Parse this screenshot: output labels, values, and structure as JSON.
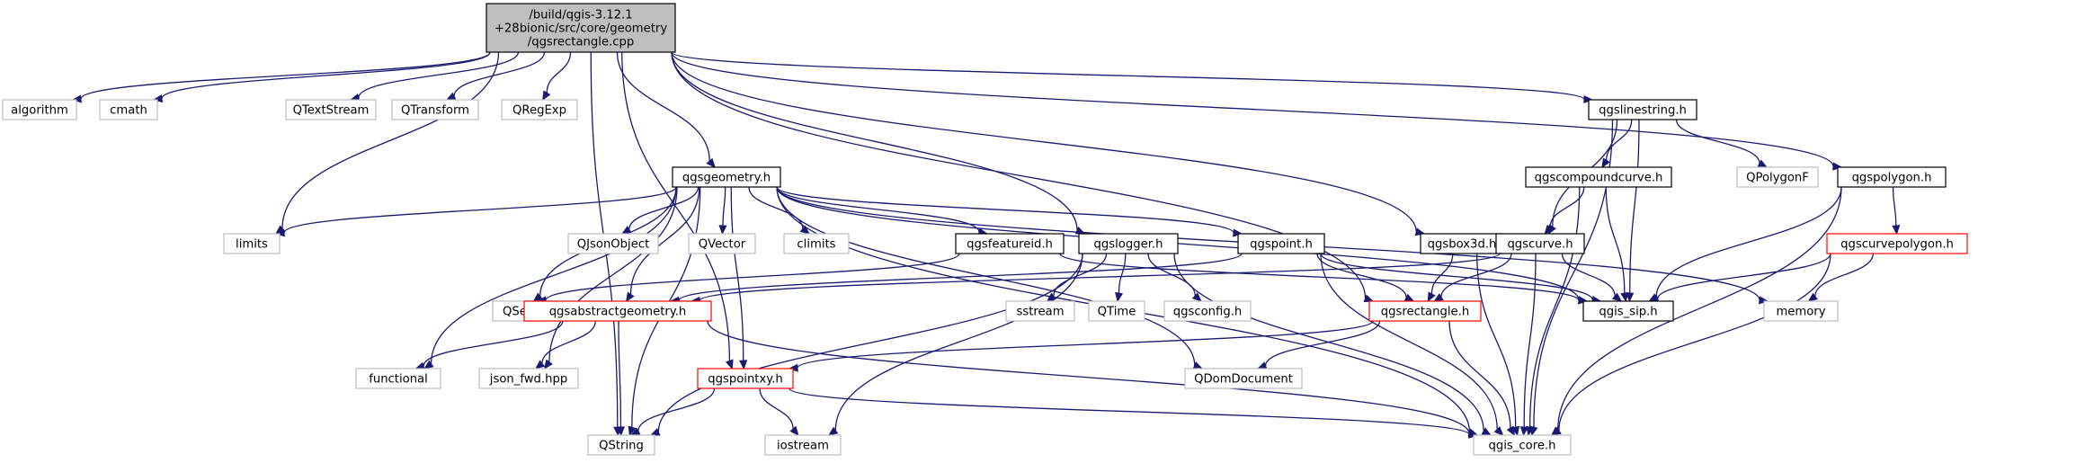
{
  "diagram": {
    "type": "include-dependency-graph",
    "colors": {
      "edge": "#191970",
      "root_fill": "#bfbfbf",
      "documented_border": "#000000",
      "undocumented_border": "#bfbfbf",
      "incomplete_border": "#ff0000"
    },
    "nodes": [
      {
        "id": "root",
        "lines": [
          "/build/qgis-3.12.1",
          "+28bionic/src/core/geometry",
          "/qgsrectangle.cpp"
        ],
        "kind": "root"
      },
      {
        "id": "algorithm",
        "lines": [
          "algorithm"
        ],
        "kind": "system"
      },
      {
        "id": "cmath",
        "lines": [
          "cmath"
        ],
        "kind": "system"
      },
      {
        "id": "QTextStream",
        "lines": [
          "QTextStream"
        ],
        "kind": "system"
      },
      {
        "id": "QTransform",
        "lines": [
          "QTransform"
        ],
        "kind": "system"
      },
      {
        "id": "QRegExp",
        "lines": [
          "QRegExp"
        ],
        "kind": "system"
      },
      {
        "id": "qgslinestring",
        "lines": [
          "qgslinestring.h"
        ],
        "kind": "documented"
      },
      {
        "id": "qgscompoundcurve",
        "lines": [
          "qgscompoundcurve.h"
        ],
        "kind": "documented"
      },
      {
        "id": "QPolygonF",
        "lines": [
          "QPolygonF"
        ],
        "kind": "system"
      },
      {
        "id": "qgspolygon",
        "lines": [
          "qgspolygon.h"
        ],
        "kind": "documented"
      },
      {
        "id": "qgsgeometry",
        "lines": [
          "qgsgeometry.h"
        ],
        "kind": "documented"
      },
      {
        "id": "limits",
        "lines": [
          "limits"
        ],
        "kind": "system"
      },
      {
        "id": "QJsonObject",
        "lines": [
          "QJsonObject"
        ],
        "kind": "system"
      },
      {
        "id": "QVector",
        "lines": [
          "QVector"
        ],
        "kind": "system"
      },
      {
        "id": "climits",
        "lines": [
          "climits"
        ],
        "kind": "system"
      },
      {
        "id": "qgsfeatureid",
        "lines": [
          "qgsfeatureid.h"
        ],
        "kind": "documented"
      },
      {
        "id": "qgslogger",
        "lines": [
          "qgslogger.h"
        ],
        "kind": "documented"
      },
      {
        "id": "qgspoint",
        "lines": [
          "qgspoint.h"
        ],
        "kind": "documented"
      },
      {
        "id": "qgsbox3d",
        "lines": [
          "qgsbox3d.h"
        ],
        "kind": "documented"
      },
      {
        "id": "qgscurve",
        "lines": [
          "qgscurve.h"
        ],
        "kind": "documented"
      },
      {
        "id": "qgscurvepolygon",
        "lines": [
          "qgscurvepolygon.h"
        ],
        "kind": "incomplete"
      },
      {
        "id": "QSet",
        "lines": [
          "QSet"
        ],
        "kind": "system"
      },
      {
        "id": "qgsabstractgeometry",
        "lines": [
          "qgsabstractgeometry.h"
        ],
        "kind": "incomplete"
      },
      {
        "id": "sstream",
        "lines": [
          "sstream"
        ],
        "kind": "system"
      },
      {
        "id": "QTime",
        "lines": [
          "QTime"
        ],
        "kind": "system"
      },
      {
        "id": "qgsconfig",
        "lines": [
          "qgsconfig.h"
        ],
        "kind": "system"
      },
      {
        "id": "qgsrectangle",
        "lines": [
          "qgsrectangle.h"
        ],
        "kind": "incomplete"
      },
      {
        "id": "qgis_sip",
        "lines": [
          "qgis_sip.h"
        ],
        "kind": "documented"
      },
      {
        "id": "memory",
        "lines": [
          "memory"
        ],
        "kind": "system"
      },
      {
        "id": "functional",
        "lines": [
          "functional"
        ],
        "kind": "system"
      },
      {
        "id": "json_fwd",
        "lines": [
          "json_fwd.hpp"
        ],
        "kind": "system"
      },
      {
        "id": "qgspointxy",
        "lines": [
          "qgspointxy.h"
        ],
        "kind": "incomplete"
      },
      {
        "id": "QDomDocument",
        "lines": [
          "QDomDocument"
        ],
        "kind": "system"
      },
      {
        "id": "QString",
        "lines": [
          "QString"
        ],
        "kind": "system"
      },
      {
        "id": "iostream",
        "lines": [
          "iostream"
        ],
        "kind": "system"
      },
      {
        "id": "qgis_core",
        "lines": [
          "qgis_core.h"
        ],
        "kind": "system"
      }
    ],
    "edges": [
      [
        "root",
        "algorithm"
      ],
      [
        "root",
        "cmath"
      ],
      [
        "root",
        "QTextStream"
      ],
      [
        "root",
        "QTransform"
      ],
      [
        "root",
        "QRegExp"
      ],
      [
        "root",
        "limits"
      ],
      [
        "root",
        "QString"
      ],
      [
        "root",
        "qgspointxy"
      ],
      [
        "root",
        "qgsgeometry"
      ],
      [
        "root",
        "qgslogger"
      ],
      [
        "root",
        "qgsrectangle"
      ],
      [
        "root",
        "qgsbox3d"
      ],
      [
        "root",
        "qgslinestring"
      ],
      [
        "root",
        "qgspolygon"
      ],
      [
        "qgslinestring",
        "qgscompoundcurve"
      ],
      [
        "qgslinestring",
        "QPolygonF"
      ],
      [
        "qgslinestring",
        "qgscurve"
      ],
      [
        "qgslinestring",
        "qgis_sip"
      ],
      [
        "qgslinestring",
        "qgis_core"
      ],
      [
        "qgscompoundcurve",
        "qgscurve"
      ],
      [
        "qgscompoundcurve",
        "qgis_sip"
      ],
      [
        "qgscompoundcurve",
        "qgis_core"
      ],
      [
        "qgspolygon",
        "qgscurvepolygon"
      ],
      [
        "qgspolygon",
        "qgis_sip"
      ],
      [
        "qgspolygon",
        "qgis_core"
      ],
      [
        "qgscurvepolygon",
        "memory"
      ],
      [
        "qgscurvepolygon",
        "qgis_sip"
      ],
      [
        "qgscurvepolygon",
        "qgis_core"
      ],
      [
        "qgsgeometry",
        "limits"
      ],
      [
        "qgsgeometry",
        "QJsonObject"
      ],
      [
        "qgsgeometry",
        "QVector"
      ],
      [
        "qgsgeometry",
        "climits"
      ],
      [
        "qgsgeometry",
        "qgsfeatureid"
      ],
      [
        "qgsgeometry",
        "qgspoint"
      ],
      [
        "qgsgeometry",
        "qgsabstractgeometry"
      ],
      [
        "qgsgeometry",
        "QSet"
      ],
      [
        "qgsgeometry",
        "functional"
      ],
      [
        "qgsgeometry",
        "json_fwd"
      ],
      [
        "qgsgeometry",
        "qgspointxy"
      ],
      [
        "qgsgeometry",
        "QString"
      ],
      [
        "qgsgeometry",
        "qgis_core"
      ],
      [
        "qgsgeometry",
        "qgis_sip"
      ],
      [
        "qgsgeometry",
        "memory"
      ],
      [
        "qgsgeometry",
        "QDomDocument"
      ],
      [
        "qgsfeatureid",
        "QSet"
      ],
      [
        "qgsfeatureid",
        "qgis_sip"
      ],
      [
        "qgslogger",
        "sstream"
      ],
      [
        "qgslogger",
        "QTime"
      ],
      [
        "qgslogger",
        "qgsconfig"
      ],
      [
        "qgslogger",
        "iostream"
      ],
      [
        "qgslogger",
        "QString"
      ],
      [
        "qgslogger",
        "qgis_core"
      ],
      [
        "qgspoint",
        "qgsabstractgeometry"
      ],
      [
        "qgspoint",
        "qgsrectangle"
      ],
      [
        "qgspoint",
        "qgis_sip"
      ],
      [
        "qgspoint",
        "qgis_core"
      ],
      [
        "qgsbox3d",
        "qgsrectangle"
      ],
      [
        "qgsbox3d",
        "qgis_core"
      ],
      [
        "qgscurve",
        "qgsabstractgeometry"
      ],
      [
        "qgscurve",
        "qgsrectangle"
      ],
      [
        "qgscurve",
        "qgis_sip"
      ],
      [
        "qgscurve",
        "qgis_core"
      ],
      [
        "qgsabstractgeometry",
        "functional"
      ],
      [
        "qgsabstractgeometry",
        "json_fwd"
      ],
      [
        "qgsabstractgeometry",
        "QString"
      ],
      [
        "qgsabstractgeometry",
        "qgis_core"
      ],
      [
        "qgsrectangle",
        "qgspointxy"
      ],
      [
        "qgsrectangle",
        "QDomDocument"
      ],
      [
        "qgsrectangle",
        "qgis_core"
      ],
      [
        "qgspointxy",
        "QString"
      ],
      [
        "qgspointxy",
        "iostream"
      ],
      [
        "qgspointxy",
        "qgis_core"
      ]
    ]
  }
}
